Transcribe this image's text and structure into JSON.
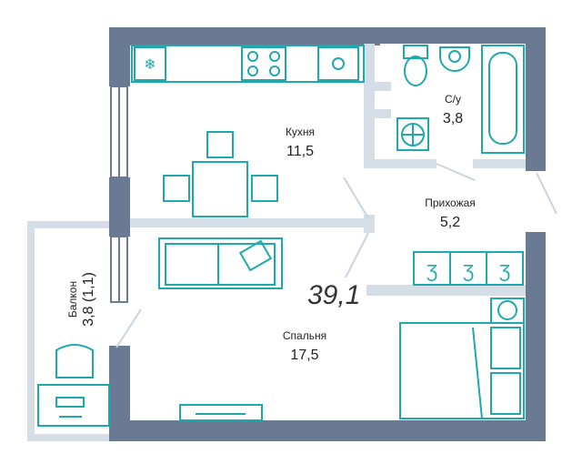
{
  "total_area": "39,1",
  "rooms": {
    "kitchen": {
      "name": "Кухня",
      "area": "11,5"
    },
    "bathroom": {
      "name": "С/у",
      "area": "3,8"
    },
    "hallway": {
      "name": "Прихожая",
      "area": "5,2"
    },
    "bedroom": {
      "name": "Спальня",
      "area": "17,5"
    },
    "balcony": {
      "name": "Балкон",
      "area": "3,8 (1,1)"
    }
  },
  "colors": {
    "wall": "#6b7a93",
    "partition": "#d5dee7",
    "furniture": "#1fa9ad"
  }
}
